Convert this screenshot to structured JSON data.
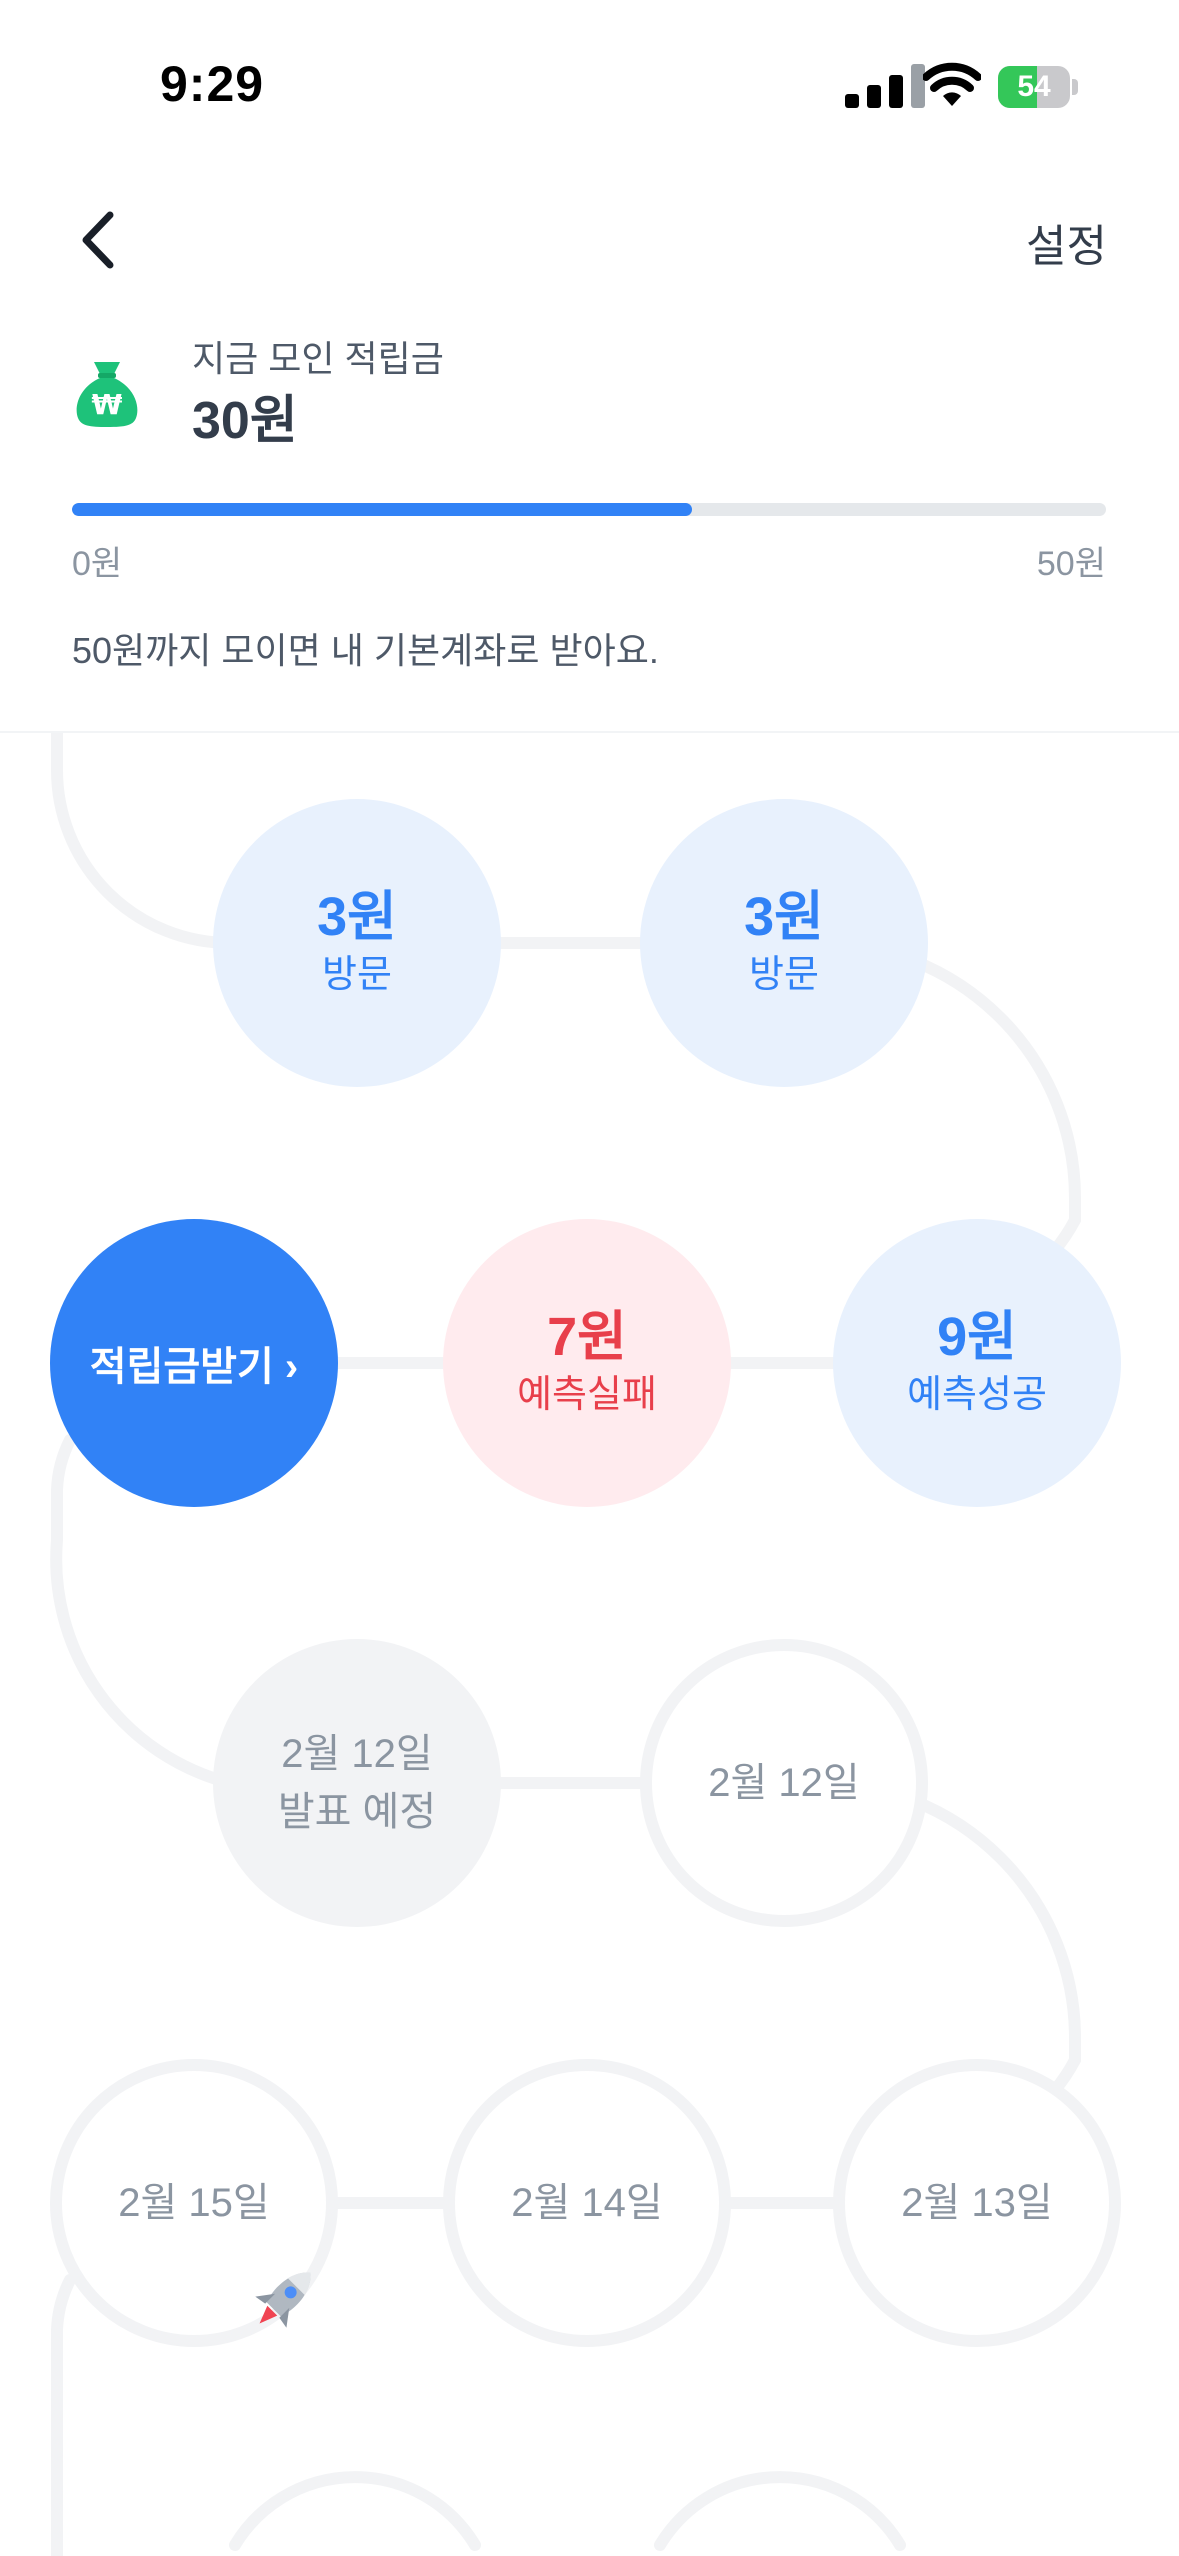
{
  "status_bar": {
    "time": "9:29",
    "battery": "54",
    "battery_level": 0.54
  },
  "header": {
    "settings_label": "설정"
  },
  "summary": {
    "label": "지금 모인 적립금",
    "amount": "30원",
    "progress": 0.6,
    "min_label": "0원",
    "max_label": "50원",
    "notice": "50원까지 모이면 내 기본계좌로 받아요."
  },
  "path": {
    "row1": [
      {
        "amount": "3원",
        "label": "방문"
      },
      {
        "amount": "3원",
        "label": "방문"
      }
    ],
    "row2": {
      "cta": "적립금받기 ›",
      "fail": {
        "amount": "7원",
        "label": "예측실패"
      },
      "success": {
        "amount": "9원",
        "label": "예측성공"
      }
    },
    "row3": {
      "pending": {
        "date": "2월 12일",
        "label": "발표 예정"
      },
      "next": "2월 12일"
    },
    "row4": [
      "2월 15일",
      "2월 14일",
      "2월 13일"
    ]
  },
  "colors": {
    "accent": "#3182f6",
    "fail": "#e83f4b",
    "green": "#1ec27a"
  },
  "icons": [
    "back-chevron-icon",
    "money-bag-icon",
    "rocket-icon",
    "signal-icon",
    "wifi-icon",
    "battery-icon"
  ]
}
